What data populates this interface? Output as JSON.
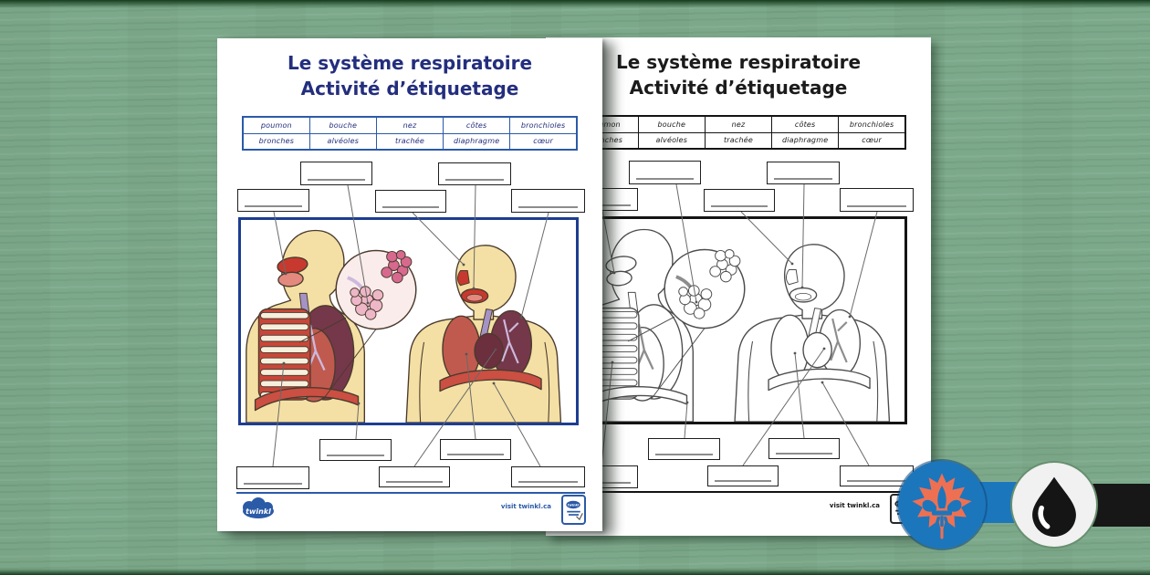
{
  "worksheet": {
    "title_line1": "Le système respiratoire",
    "title_line2": "Activité d’étiquetage",
    "word_bank": {
      "rows": [
        [
          "poumon",
          "bouche",
          "nez",
          "côtes",
          "bronchioles"
        ],
        [
          "bronches",
          "alvéoles",
          "trachée",
          "diaphragme",
          "cœur"
        ]
      ]
    },
    "label_boxes": "empty-write-in-boxes",
    "footer": {
      "logo_text": "twinkl",
      "visit_text": "visit twinkl.ca",
      "stamp_text": "twinkl"
    }
  },
  "badges": {
    "maple_badge_icon": "maple-leaf-with-fleur-de-lis",
    "ink_badge_icon": "black-and-white-ink-drop"
  },
  "colors": {
    "background_wood": "#7da98b",
    "title_blue": "#232e7e",
    "accent_blue": "#2b5aa7",
    "ink_black": "#1b1b1b",
    "badge_blue": "#1c76bc",
    "badge_orange": "#ee7053",
    "droplet_bg": "#f1f1f1",
    "droplet_black": "#151515"
  }
}
